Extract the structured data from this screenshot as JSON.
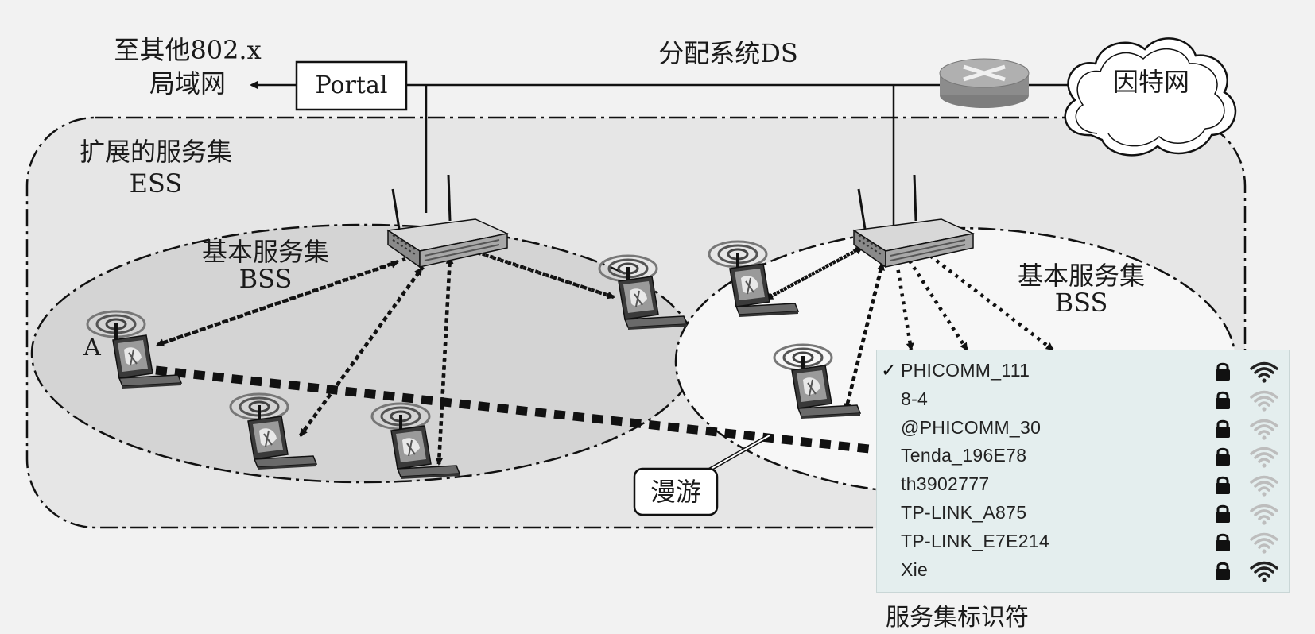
{
  "labels": {
    "other_lan_line1": "至其他802.x",
    "other_lan_line2": "局域网",
    "portal": "Portal",
    "ds": "分配系统DS",
    "internet": "因特网",
    "ess_line1": "扩展的服务集",
    "ess_line2": "ESS",
    "bss_left_line1": "基本服务集",
    "bss_left_line2": "BSS",
    "bss_right_line1": "基本服务集",
    "bss_right_line2": "BSS",
    "station_a": "A",
    "roaming": "漫游"
  },
  "ssid_panel": {
    "caption": "服务集标识符",
    "networks": [
      {
        "ssid": "PHICOMM_111",
        "connected": true,
        "check": "✓",
        "secured": true,
        "signal": "strong"
      },
      {
        "ssid": "8-4",
        "connected": false,
        "check": "",
        "secured": true,
        "signal": "weak"
      },
      {
        "ssid": "@PHICOMM_30",
        "connected": false,
        "check": "",
        "secured": true,
        "signal": "weak"
      },
      {
        "ssid": "Tenda_196E78",
        "connected": false,
        "check": "",
        "secured": true,
        "signal": "weak"
      },
      {
        "ssid": "th3902777",
        "connected": false,
        "check": "",
        "secured": true,
        "signal": "weak"
      },
      {
        "ssid": "TP-LINK_A875",
        "connected": false,
        "check": "",
        "secured": true,
        "signal": "weak"
      },
      {
        "ssid": "TP-LINK_E7E214",
        "connected": false,
        "check": "",
        "secured": true,
        "signal": "weak"
      },
      {
        "ssid": "Xie",
        "connected": false,
        "check": "",
        "secured": true,
        "signal": "strong"
      }
    ]
  },
  "colors": {
    "ess_fill": "#e6e6e6",
    "bss_left_fill": "#d4d4d4",
    "bss_right_fill": "#f7f7f7",
    "line": "#111111",
    "panel_bg": "#e4eeee",
    "signal_strong": "#222222",
    "signal_weak": "#bdbdbd"
  }
}
